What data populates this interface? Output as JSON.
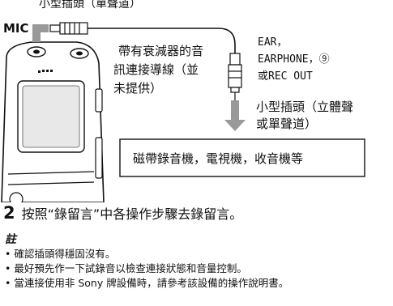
{
  "diagram": {
    "mono_plug_label": "小型插頭（單聲道）",
    "mic_label": "MIC",
    "cable_label": [
      "帶有衰減器的音",
      "訊連接導線（並",
      "未提供）"
    ],
    "ear_label": [
      "EAR，",
      "EARPHONE，⑨",
      "或REC OUT"
    ],
    "stereo_plug_label": [
      "小型插頭（立體聲",
      "或單聲道）"
    ],
    "external_device_label": "磁帶錄音機，電視機，收音機等"
  },
  "step": {
    "number": "2",
    "text": "按照“錄留言”中各操作步驟去錄留言。"
  },
  "notes": {
    "heading": "註",
    "items": [
      "確認插頭得穩固沒有。",
      "最好預先作一下試錄音以檢查連接狀態和音量控制。",
      "當連接使用非 Sony 牌設備時，請參考該設備的操作說明書。"
    ]
  }
}
